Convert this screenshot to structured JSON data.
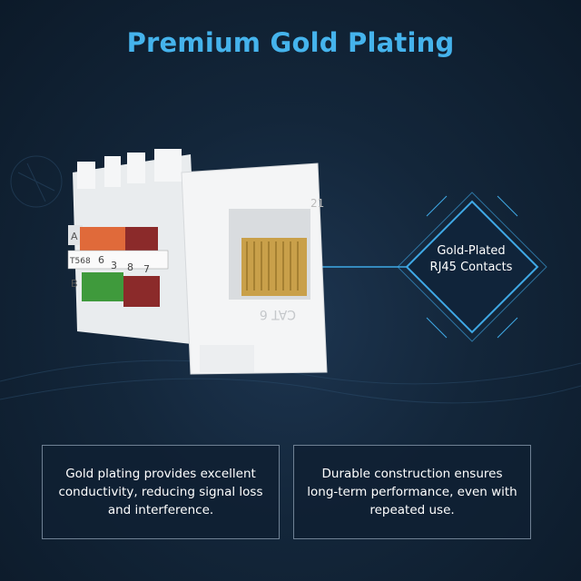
{
  "title": "Premium Gold Plating",
  "callout": {
    "line1": "Gold-Plated",
    "line2": "RJ45 Contacts"
  },
  "product_labels": {
    "row_a": "A",
    "row_b": "B",
    "standard": "T568",
    "pins": [
      "6",
      "3",
      "8",
      "7"
    ],
    "port_number": "21",
    "category_mark": "CAT 6"
  },
  "features": [
    {
      "text": "Gold plating provides excellent conductivity, reducing signal loss and interference."
    },
    {
      "text": "Durable construction ensures long-term performance, even with repeated use."
    }
  ],
  "colors": {
    "title": "#45b3ec",
    "accent": "#3fa9e6",
    "background": "#13263a",
    "gold": "#d4a646"
  }
}
